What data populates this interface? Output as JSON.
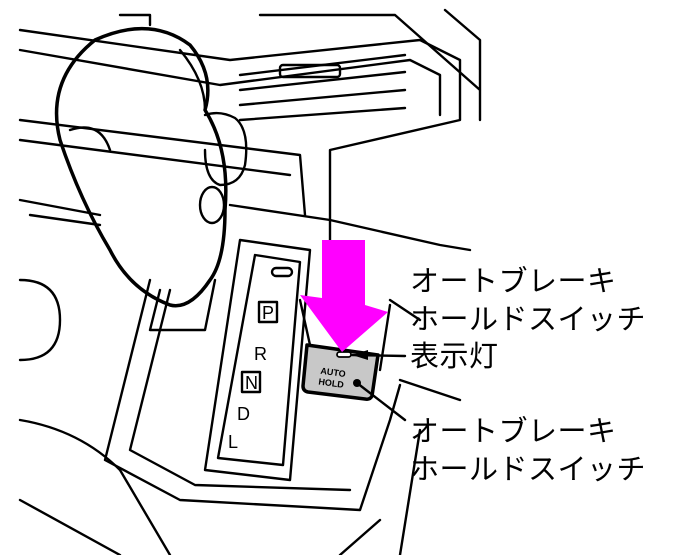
{
  "callouts": {
    "indicator": {
      "line1": "オートブレーキ",
      "line2": "ホールドスイッチ",
      "line3": "表示灯"
    },
    "switch": {
      "line1": "オートブレーキ",
      "line2": "ホールドスイッチ"
    }
  },
  "switch_label": {
    "line1": "AUTO",
    "line2": "HOLD"
  },
  "gear_positions": [
    "P",
    "R",
    "N",
    "D",
    "L"
  ],
  "colors": {
    "arrow": "#ff00ff",
    "switch_panel": "#c8c8c8"
  }
}
